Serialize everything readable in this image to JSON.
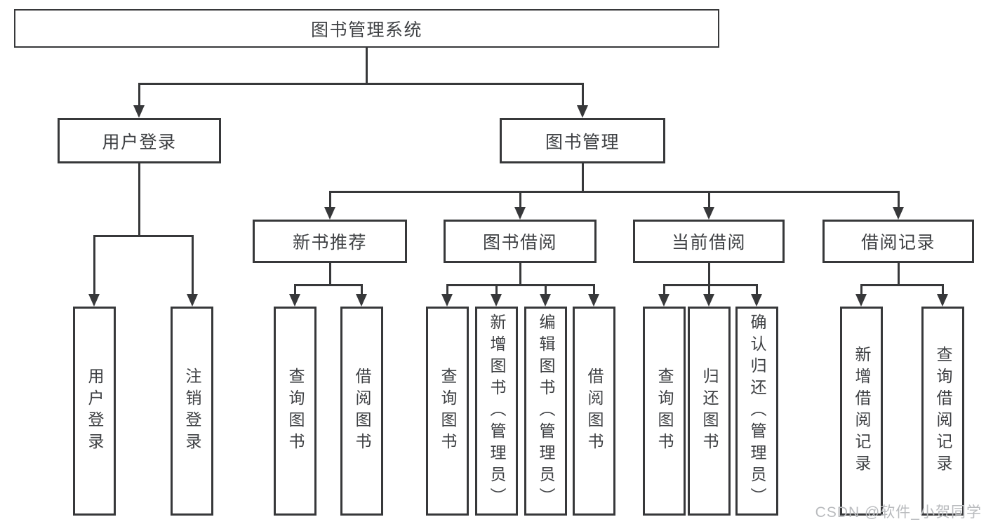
{
  "diagram": {
    "root": {
      "label": "图书管理系统"
    },
    "login": {
      "label": "用户登录",
      "children": [
        {
          "label": "用户登录"
        },
        {
          "label": "注销登录"
        }
      ]
    },
    "management": {
      "label": "图书管理",
      "modules": [
        {
          "label": "新书推荐",
          "children": [
            {
              "label": "查询图书"
            },
            {
              "label": "借阅图书"
            }
          ]
        },
        {
          "label": "图书借阅",
          "children": [
            {
              "label": "查询图书"
            },
            {
              "label": "新增图书（管理员）"
            },
            {
              "label": "编辑图书（管理员）"
            },
            {
              "label": "借阅图书"
            }
          ]
        },
        {
          "label": "当前借阅",
          "children": [
            {
              "label": "查询图书"
            },
            {
              "label": "归还图书"
            },
            {
              "label": "确认归还（管理员）"
            }
          ]
        },
        {
          "label": "借阅记录",
          "children": [
            {
              "label": "新增借阅记录"
            },
            {
              "label": "查询借阅记录"
            }
          ]
        }
      ]
    }
  },
  "watermark": {
    "text": "CSDN @软件_小贺同学"
  },
  "colors": {
    "box_border": "#37383a",
    "line": "#37383a",
    "text": "#3e4043",
    "background": "#ffffff",
    "watermark": "#b9bbbe"
  }
}
